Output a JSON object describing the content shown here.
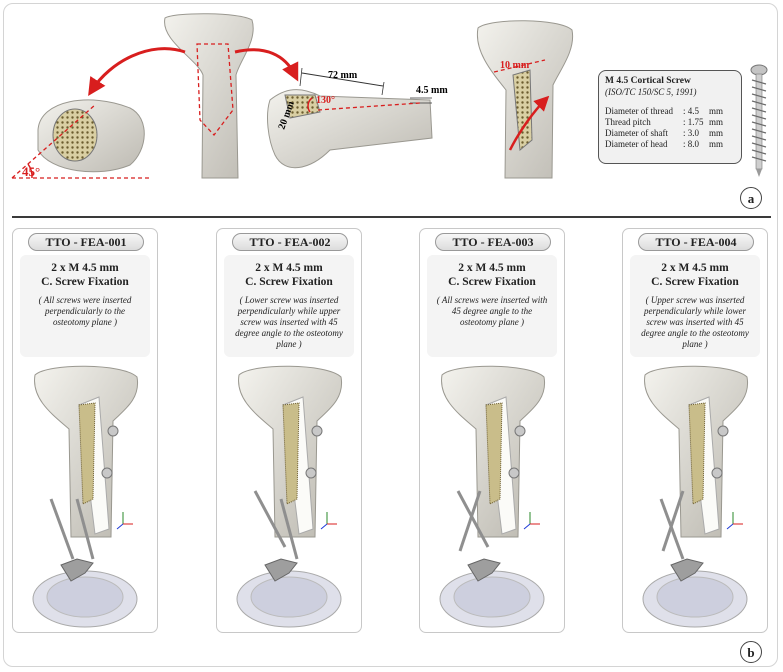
{
  "overview": {
    "label_72": "72 mm",
    "label_45mm": "4.5 mm",
    "label_130": "130°",
    "label_20": "20 mm",
    "label_10": "10 mm",
    "label_45deg": "45°",
    "badge_a": "a",
    "badge_b": "b"
  },
  "screw_spec": {
    "title": "M 4.5 Cortical Screw",
    "standard": "(ISO/TC 150/SC 5, 1991)",
    "rows": [
      {
        "label": "Diameter of thread",
        "value": ": 4.5",
        "unit": "mm"
      },
      {
        "label": "Thread pitch",
        "value": ": 1.75",
        "unit": "mm"
      },
      {
        "label": "Diameter of shaft",
        "value": ": 3.0",
        "unit": "mm"
      },
      {
        "label": "Diameter of head",
        "value": ": 8.0",
        "unit": "mm"
      }
    ]
  },
  "colors": {
    "accent": "#d81e1e",
    "bone": "#e3e1da",
    "implant": "#b9b9b9"
  },
  "cases": [
    {
      "id": "TTO - FEA-001",
      "line1": "2 x M 4.5 mm",
      "line2": "C. Screw Fixation",
      "desc": "( All screws were inserted perpendicularly to the osteotomy plane )",
      "upper": "perp",
      "lower": "perp"
    },
    {
      "id": "TTO - FEA-002",
      "line1": "2 x M 4.5 mm",
      "line2": "C. Screw Fixation",
      "desc": "( Lower screw was inserted perpendicularly while upper screw was inserted with 45 degree angle to the osteotomy plane )",
      "upper": "angled",
      "lower": "perp"
    },
    {
      "id": "TTO - FEA-003",
      "line1": "2 x M 4.5 mm",
      "line2": "C. Screw Fixation",
      "desc": "( All screws were inserted with 45 degree angle to the osteotomy plane )",
      "upper": "angled",
      "lower": "angled"
    },
    {
      "id": "TTO - FEA-004",
      "line1": "2 x M 4.5 mm",
      "line2": "C. Screw Fixation",
      "desc": "( Upper screw was inserted perpendicularly while lower screw was inserted with 45 degree angle to the osteotomy plane )",
      "upper": "perp",
      "lower": "angled"
    }
  ]
}
